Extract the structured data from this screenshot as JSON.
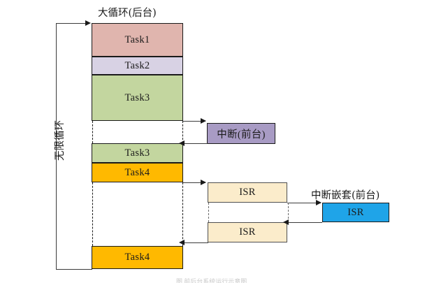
{
  "diagram": {
    "title_main_loop": "大循环(后台)",
    "label_infinite_loop": "无限循环",
    "label_interrupt": "中断(前台)",
    "label_nested_interrupt": "中断嵌套(前台)",
    "colors": {
      "task1": "#e0b5ae",
      "task2": "#d8d2e4",
      "task3": "#c3d69f",
      "task4": "#ffb900",
      "interrupt": "#a89bc4",
      "isr": "#fbeccb",
      "nested_isr": "#1fa4e8",
      "stroke": "#1a1a1a",
      "background": "#ffffff"
    },
    "main_loop_blocks": [
      {
        "name": "Task1",
        "label": "Task1",
        "color_key": "task1"
      },
      {
        "name": "Task2",
        "label": "Task2",
        "color_key": "task2"
      },
      {
        "name": "Task3",
        "label": "Task3",
        "color_key": "task3"
      },
      {
        "name": "Task3-resumed",
        "label": "Task3",
        "color_key": "task3"
      },
      {
        "name": "Task4",
        "label": "Task4",
        "color_key": "task4"
      },
      {
        "name": "Task4-resumed",
        "label": "Task4",
        "color_key": "task4"
      }
    ],
    "interrupt_blocks": [
      {
        "name": "interrupt-foreground",
        "label": "中断(前台)",
        "color_key": "interrupt"
      },
      {
        "name": "isr-first",
        "label": "ISR",
        "color_key": "isr"
      },
      {
        "name": "isr-second",
        "label": "ISR",
        "color_key": "isr"
      },
      {
        "name": "nested-isr",
        "label": "ISR",
        "color_key": "nested_isr"
      }
    ],
    "bottom_caption": "图 前后台系统运行示意图"
  }
}
